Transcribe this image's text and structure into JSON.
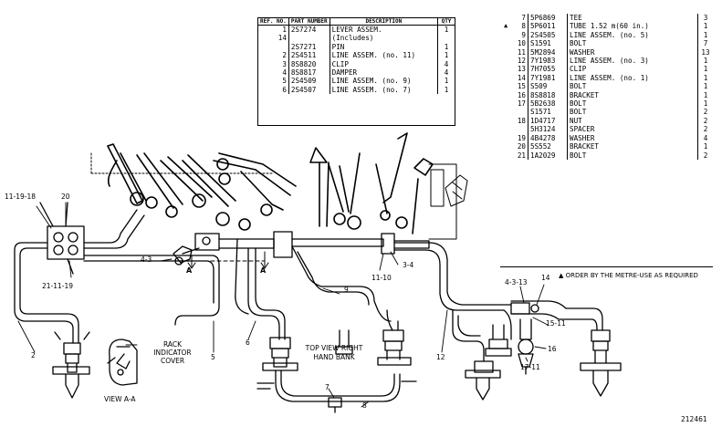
{
  "table1": {
    "headers": [
      "REF. NO.",
      "PART NUMBER",
      "DESCRIPTION",
      "QTY"
    ],
    "rows": [
      {
        "ref": "1",
        "part": "2S7274",
        "desc": "LEVER ASSEM.",
        "qty": "1"
      },
      {
        "ref": "14",
        "part": "",
        "desc": "(Includes)",
        "qty": ""
      },
      {
        "ref": "",
        "part": "2S7271",
        "desc": "PIN",
        "qty": "1"
      },
      {
        "ref": "2",
        "part": "2S4511",
        "desc": "LINE ASSEM. (no. 11)",
        "qty": "1"
      },
      {
        "ref": "3",
        "part": "8S8820",
        "desc": "CLIP",
        "qty": "4"
      },
      {
        "ref": "4",
        "part": "8S8817",
        "desc": "DAMPER",
        "qty": "4"
      },
      {
        "ref": "5",
        "part": "2S4509",
        "desc": "LINE ASSEM. (no. 9)",
        "qty": "1"
      },
      {
        "ref": "6",
        "part": "2S4507",
        "desc": "LINE ASSEM. (no. 7)",
        "qty": "1"
      }
    ]
  },
  "table2": {
    "rows": [
      {
        "ref": "7",
        "part": "5P6869",
        "desc": "TEE",
        "qty": "3"
      },
      {
        "ref": "8",
        "part": "5P6011",
        "desc": "TUBE 1.52 m(60 in.)",
        "qty": "1",
        "mark": "▲"
      },
      {
        "ref": "9",
        "part": "2S4505",
        "desc": "LINE ASSEM. (no. 5)",
        "qty": "1"
      },
      {
        "ref": "10",
        "part": "S1591",
        "desc": "BOLT",
        "qty": "7"
      },
      {
        "ref": "11",
        "part": "5M2894",
        "desc": "WASHER",
        "qty": "13"
      },
      {
        "ref": "12",
        "part": "7Y1983",
        "desc": "LINE ASSEM. (no. 3)",
        "qty": "1"
      },
      {
        "ref": "13",
        "part": "7H7055",
        "desc": "CLIP",
        "qty": "1"
      },
      {
        "ref": "14",
        "part": "7Y1981",
        "desc": "LINE ASSEM. (no. 1)",
        "qty": "1"
      },
      {
        "ref": "15",
        "part": "S509",
        "desc": "BOLT",
        "qty": "1"
      },
      {
        "ref": "16",
        "part": "8S8818",
        "desc": "BRACKET",
        "qty": "1"
      },
      {
        "ref": "17",
        "part": "5B2638",
        "desc": "BOLT",
        "qty": "1"
      },
      {
        "ref": "",
        "part": "S1571",
        "desc": "BOLT",
        "qty": "2"
      },
      {
        "ref": "18",
        "part": "1D4717",
        "desc": "NUT",
        "qty": "2"
      },
      {
        "ref": "",
        "part": "5H3124",
        "desc": "SPACER",
        "qty": "2"
      },
      {
        "ref": "19",
        "part": "4B4278",
        "desc": "WASHER",
        "qty": "4"
      },
      {
        "ref": "20",
        "part": "5S552",
        "desc": "BRACKET",
        "qty": "1"
      },
      {
        "ref": "21",
        "part": "1A2029",
        "desc": "BOLT",
        "qty": "2"
      }
    ]
  },
  "labels": {
    "l_11_19_18": "11-19-18",
    "l_20": "20",
    "l_21_11_19": "21-11-19",
    "l_4_3_left": "4-3",
    "l_a_left": "A",
    "l_a_right": "A",
    "l_11_10": "11-10",
    "l_3_4": "3-4",
    "l_9": "9",
    "l_4_3_13": "4-3-13",
    "l_14": "14",
    "l_15_11": "15-11",
    "l_16": "16",
    "l_17_11": "17-11",
    "l_12": "12",
    "l_2": "2",
    "l_5": "5",
    "l_6": "6",
    "l_7": "7",
    "l_8": "8",
    "rack_indicator": "RACK INDICATOR COVER",
    "view_aa": "VIEW A-A",
    "top_view": "TOP VIEW RIGHT HAND BANK",
    "order_note": "▲ ORDER BY THE METRE-USE AS REQUIRED",
    "figure_number": "212461"
  }
}
